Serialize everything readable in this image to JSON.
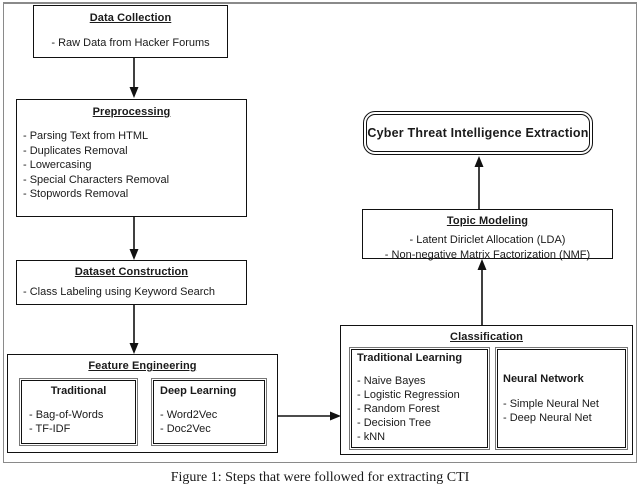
{
  "figure": {
    "caption": "Figure 1: Steps that were followed for extracting CTI",
    "accent_color": "#111111",
    "frame_color": "#8a8a8a",
    "background": "#ffffff"
  },
  "nodes": {
    "data_collection": {
      "title": "Data Collection",
      "items": [
        "- Raw Data from Hacker Forums"
      ]
    },
    "preprocessing": {
      "title": "Preprocessing",
      "items": [
        "- Parsing Text from HTML",
        "- Duplicates Removal",
        "- Lowercasing",
        "- Special Characters Removal",
        "- Stopwords Removal"
      ]
    },
    "dataset_construction": {
      "title": "Dataset Construction",
      "items": [
        "- Class Labeling using Keyword Search"
      ]
    },
    "feature_engineering": {
      "title": "Feature Engineering",
      "sub": {
        "traditional": {
          "title": "Traditional",
          "items": [
            "- Bag-of-Words",
            "- TF-IDF"
          ]
        },
        "deep_learning": {
          "title": "Deep Learning",
          "items": [
            "- Word2Vec",
            "- Doc2Vec"
          ]
        }
      }
    },
    "classification": {
      "title": "Classification",
      "sub": {
        "traditional_learning": {
          "title": "Traditional Learning",
          "items": [
            "- Naive Bayes",
            "- Logistic Regression",
            "- Random Forest",
            "- Decision Tree",
            "- kNN"
          ]
        },
        "neural_network": {
          "title": "Neural Network",
          "items": [
            "- Simple Neural Net",
            "- Deep Neural Net"
          ]
        }
      }
    },
    "topic_modeling": {
      "title": "Topic Modeling",
      "items": [
        "- Latent Diriclet Allocation (LDA)",
        "- Non-negative Matrix Factorization (NMF)"
      ]
    },
    "cti_extraction": {
      "label": "Cyber Threat Intelligence Extraction"
    }
  },
  "arrows": [
    {
      "name": "arrow-data-collection-to-preprocessing",
      "direction": "down"
    },
    {
      "name": "arrow-preprocessing-to-dataset-construction",
      "direction": "down"
    },
    {
      "name": "arrow-dataset-construction-to-feature-engineering",
      "direction": "down"
    },
    {
      "name": "arrow-feature-engineering-to-classification",
      "direction": "right"
    },
    {
      "name": "arrow-classification-to-topic-modeling",
      "direction": "up"
    },
    {
      "name": "arrow-topic-modeling-to-cti-extraction",
      "direction": "up"
    }
  ]
}
